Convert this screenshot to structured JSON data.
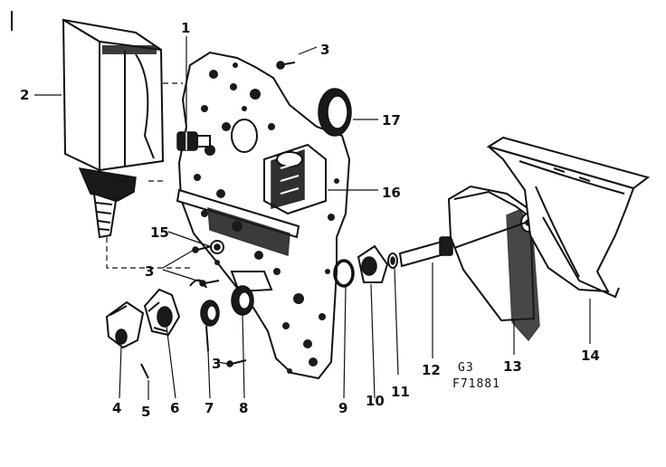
{
  "diagram": {
    "callouts": [
      "1",
      "2",
      "3",
      "3",
      "3",
      "4",
      "5",
      "6",
      "7",
      "8",
      "9",
      "10",
      "11",
      "12",
      "13",
      "14",
      "15",
      "16",
      "17"
    ],
    "drawing_code": "G3",
    "figure_number": "F71881"
  }
}
